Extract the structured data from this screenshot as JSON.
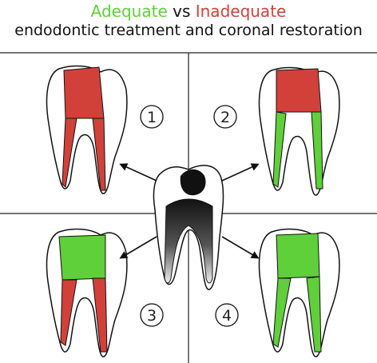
{
  "title": {
    "word_adequate": "Adequate",
    "word_vs": " vs ",
    "word_inadequate": "Inadequate",
    "subtitle": "endodontic treatment and coronal restoration"
  },
  "colors": {
    "adequate": "#5fcf3a",
    "inadequate": "#d1413a",
    "outline": "#111111"
  },
  "quadrants": [
    {
      "number": "1",
      "crown": "inadequate",
      "roots": "inadequate"
    },
    {
      "number": "2",
      "crown": "inadequate",
      "roots": "adequate"
    },
    {
      "number": "3",
      "crown": "adequate",
      "roots": "inadequate"
    },
    {
      "number": "4",
      "crown": "adequate",
      "roots": "adequate"
    }
  ]
}
